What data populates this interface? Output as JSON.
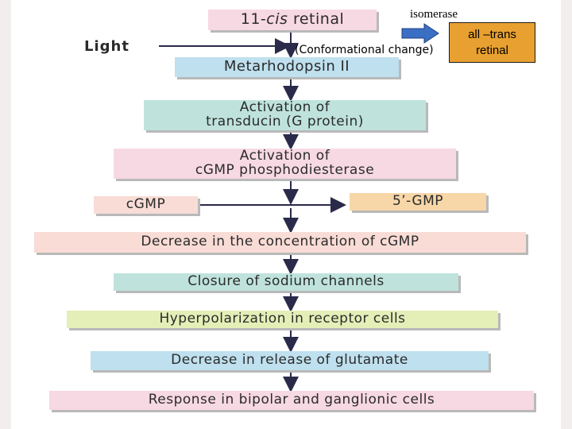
{
  "nodes": {
    "retinal_11cis": {
      "prefix": "11-",
      "italic": "cis",
      "suffix": " retinal"
    },
    "metarhodopsin": "Metarhodopsin II",
    "transducin": {
      "line1": "Activation of",
      "line2": "transducin (G protein)"
    },
    "phosphodiesterase": {
      "line1": "Activation of",
      "line2": "cGMP phosphodiesterase"
    },
    "cgmp": "cGMP",
    "gmp5": "5’-GMP",
    "decrease_cgmp": "Decrease in the concentration of cGMP",
    "closure_sodium": "Closure of sodium channels",
    "hyperpolarization": "Hyperpolarization in receptor cells",
    "decrease_glutamate": "Decrease in release of glutamate",
    "response": "Response in bipolar and ganglionic cells"
  },
  "annotations": {
    "light": "Light",
    "isomerase": "isomerase",
    "conformational": "(Conformational change)",
    "all_trans": {
      "line1": "all –trans",
      "line2": "retinal"
    }
  },
  "colors": {
    "pink": "#f7d9e3",
    "blue": "#bfe0ee",
    "teal": "#bfe3dc",
    "orange": "#f7d6a8",
    "peach": "#f9dcd6",
    "lime": "#e3efb7",
    "all_trans_box": "#e8a030",
    "isomerase_arrow": "#3b6fc4",
    "flow_arrow": "#2a2a4a"
  }
}
